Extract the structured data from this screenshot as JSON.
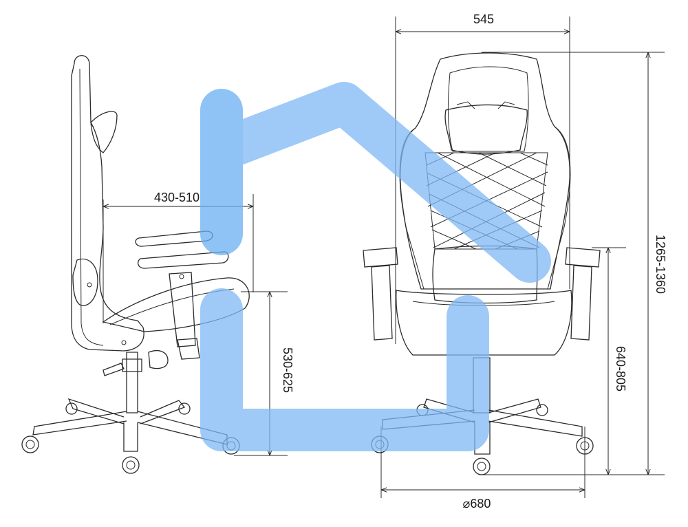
{
  "dimensions": {
    "seat_depth": "430-510",
    "seat_height": "530-625",
    "width": "545",
    "total_height": "1265-1360",
    "armrest_height": "640-805",
    "base_diameter": "680",
    "diameter_symbol": "⌀"
  },
  "watermark": {
    "icon": "house-outline-icon",
    "color": "#7fb8f4"
  },
  "colors": {
    "line": "#2a2a2a",
    "background": "#ffffff"
  }
}
